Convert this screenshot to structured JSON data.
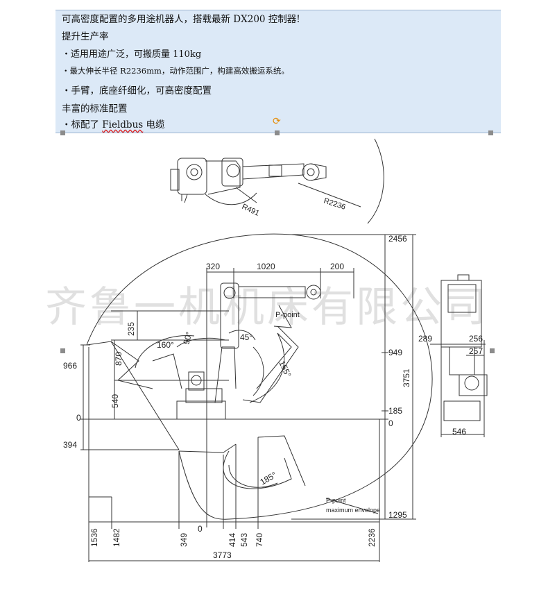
{
  "textbox": {
    "lines": [
      "可高密度配置的多用途机器人，搭载最新 DX200 控制器!",
      "提升生产率",
      "・适用用途广泛，可搬质量 110kg",
      "・最大伸长半径 R2236mm，动作范围广，构建高效搬运系统。",
      "・手臂，底座纤细化，可高密度配置",
      "丰富的标准配置"
    ],
    "last_prefix": "・标配了 ",
    "last_word": "Fieldbus",
    "last_suffix": " 电缆"
  },
  "watermark": "齐鲁一机机床有限公司",
  "top_view": {
    "r_inner": "R491",
    "r_outer": "R2236"
  },
  "side_view": {
    "top_dims": [
      "320",
      "1020",
      "200"
    ],
    "p_point": "P-point",
    "left_dims": [
      "966",
      "0",
      "394"
    ],
    "vertical_dims": [
      "235",
      "870",
      "540"
    ],
    "angles": [
      "160°",
      "90°",
      "45°",
      "155°",
      "185°"
    ],
    "right_dims": [
      "2456",
      "949",
      "185",
      "0",
      "1295"
    ],
    "total_height": "3751",
    "bottom_dims": [
      "1536",
      "1482",
      "349",
      "0",
      "414",
      "543",
      "740",
      "2236"
    ],
    "total_width": "3773",
    "envelope_label_1": "P-point",
    "envelope_label_2": "maximum envelope"
  },
  "front_view": {
    "dims": [
      "289",
      "256",
      "257",
      "546"
    ]
  }
}
